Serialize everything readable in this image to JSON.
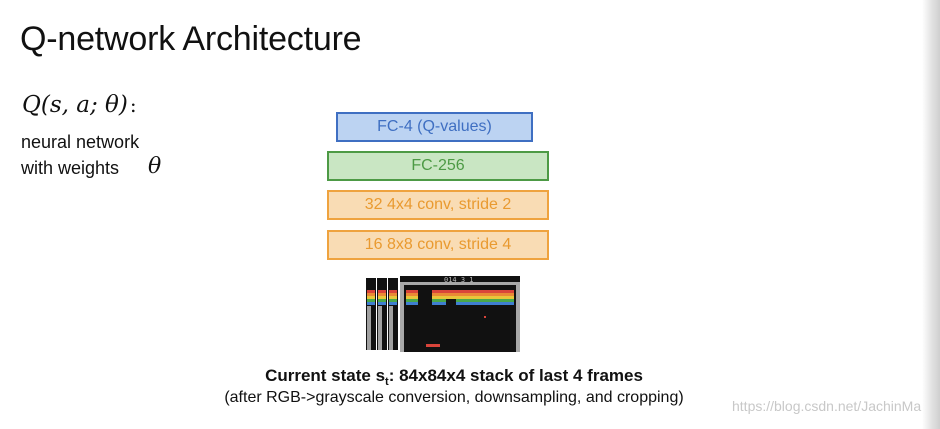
{
  "title": "Q-network Architecture",
  "q_function": {
    "expression": "Q(s, a; θ)",
    "colon": ":",
    "description_line1": "neural network",
    "description_line2": "with weights",
    "weights_symbol": "θ"
  },
  "layers": [
    {
      "label": "FC-4 (Q-values)",
      "fill": "#bcd3f2",
      "border": "#3f6fc2"
    },
    {
      "label": "FC-256",
      "fill": "#c9e6c3",
      "border": "#4d9a45"
    },
    {
      "label": "32 4x4 conv, stride 2",
      "fill": "#f9dcb4",
      "border": "#efa33f"
    },
    {
      "label": "16 8x8 conv, stride 4",
      "fill": "#f9dcb4",
      "border": "#efa33f"
    }
  ],
  "input_frames": {
    "frame_count": 4,
    "score_text": "014 3 1"
  },
  "caption": {
    "main_prefix": "Current state s",
    "main_subscript": "t",
    "main_suffix": ": 84x84x4 stack of last 4 frames",
    "detail": "(after RGB->grayscale conversion, downsampling, and cropping)"
  },
  "watermark": "https://blog.csdn.net/JachinMa"
}
